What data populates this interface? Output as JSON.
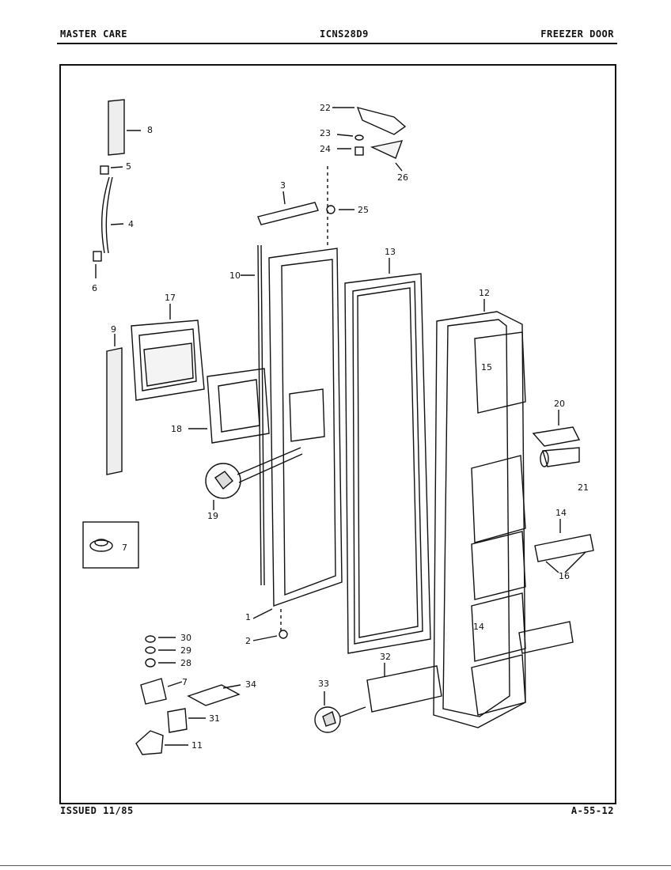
{
  "header": {
    "left": "MASTER CARE",
    "center": "ICNS28D9",
    "right": "FREEZER DOOR"
  },
  "footer": {
    "left": "ISSUED 11/85",
    "right": "A-55-12"
  },
  "diagram": {
    "part_labels": [
      "1",
      "2",
      "3",
      "4",
      "5",
      "6",
      "7",
      "8",
      "9",
      "10",
      "11",
      "12",
      "13",
      "14",
      "15",
      "16",
      "17",
      "18",
      "19",
      "20",
      "21",
      "22",
      "23",
      "24",
      "25",
      "26",
      "28",
      "29",
      "30",
      "31",
      "32",
      "33",
      "34",
      "14"
    ]
  }
}
